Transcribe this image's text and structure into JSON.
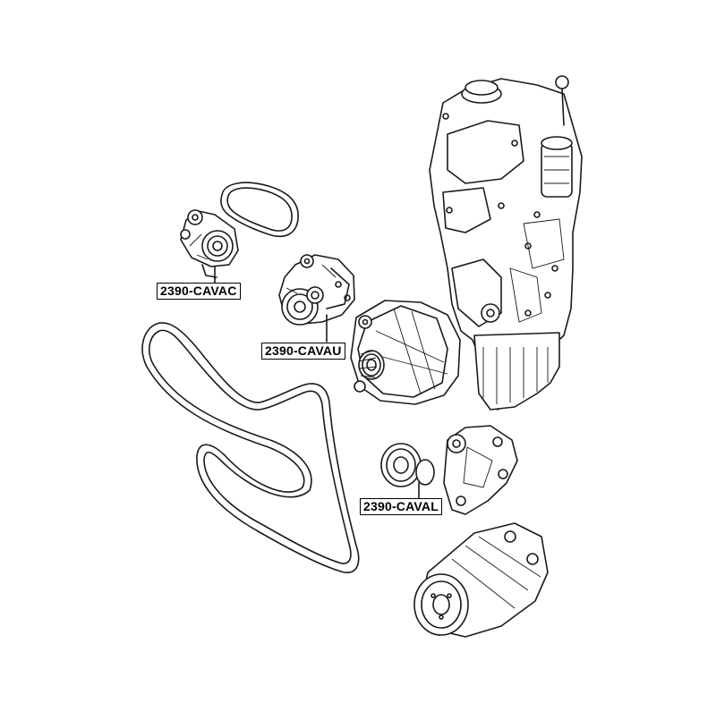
{
  "callouts": {
    "cavac": "2390-CAVAC",
    "cavau": "2390-CAVAU",
    "caval": "2390-CAVAL"
  },
  "colors": {
    "line": "#1a1a1a",
    "background": "#ffffff"
  }
}
